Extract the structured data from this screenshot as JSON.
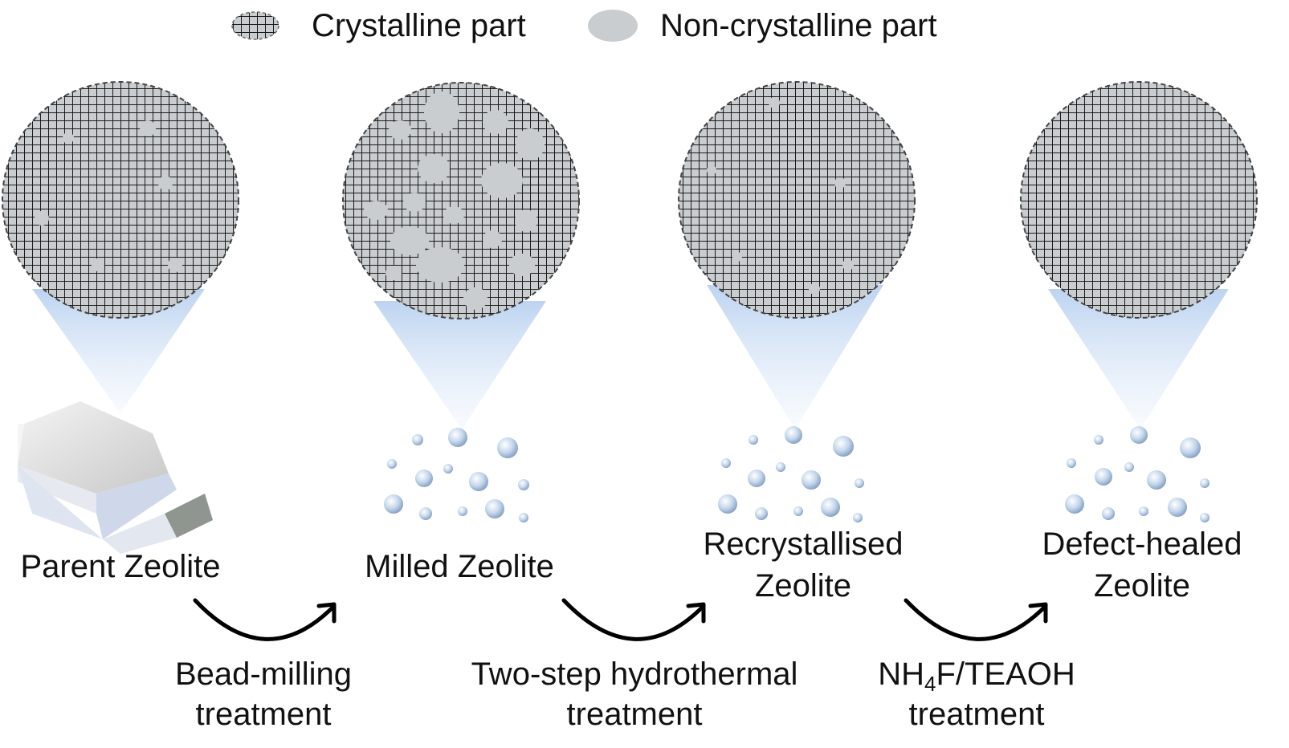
{
  "legend": {
    "crystalline": "Crystalline part",
    "non_crystalline": "Non-crystalline part"
  },
  "stages": [
    {
      "name": "Parent Zeolite"
    },
    {
      "name": "Milled Zeolite"
    },
    {
      "name": "Recrystallised",
      "name_line2": "Zeolite"
    },
    {
      "name": "Defect-healed",
      "name_line2": "Zeolite"
    }
  ],
  "treatments": [
    {
      "line1": "Bead-milling",
      "line2": "treatment"
    },
    {
      "line1": "Two-step hydrothermal",
      "line2": "treatment"
    },
    {
      "line1_main": "NH",
      "line1_sub": "4",
      "line1_rest": "F/TEAOH",
      "line2": "treatment"
    }
  ],
  "colors": {
    "grid": "#1a1a1a",
    "grid_bg": "#c9cdd0",
    "amorphous": "#c9cdd0",
    "beam": "#cfe0f5",
    "arrow": "#000000"
  }
}
